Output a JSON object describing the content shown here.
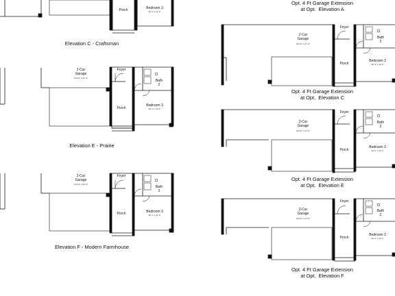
{
  "rooms": {
    "garage_title": "2-Car\nGarage",
    "garage_dim": "20'-11\" x 21'-6\"",
    "ext_garage_dim": "20'-11\" x 27'-6\"",
    "porch": "Porch",
    "foyer": "Foyer",
    "bath": "Bath\n2",
    "bedroom3": "Bedroom 3",
    "bedroom3_dim": "10'-1\" x 11'-1\""
  },
  "captions": {
    "elev_c": "Elevation C - Craftsman",
    "elev_e": "Elevation E - Prairie",
    "elev_f": "Elevation F - Modern Farmhouse",
    "opt_a": "Opt. 4 Ft Garage Extension\nat Opt.  Elevation A",
    "opt_c": "Opt. 4 Ft Garage Extension\nat Opt.  Elevation C",
    "opt_e": "Opt. 4 Ft Garage Extension\nat Opt.  Elevation E",
    "opt_f": "Opt. 4 Ft Garage Extension\nat Opt.  Elevation F"
  }
}
